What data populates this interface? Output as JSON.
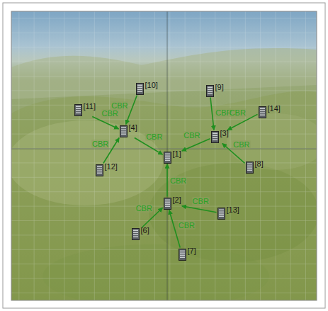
{
  "diagram": {
    "nodes": [
      {
        "text": [
          "[1]"
        ]
      },
      {
        "text": [
          "[2]"
        ]
      },
      {
        "text": [
          "[3]"
        ]
      },
      {
        "text": [
          "[4]"
        ]
      },
      {
        "text": [
          "[6]"
        ]
      },
      {
        "text": [
          "[7]"
        ]
      },
      {
        "text": [
          "[8]"
        ]
      },
      {
        "text": [
          "[9]"
        ]
      },
      {
        "text": [
          "[10]"
        ]
      },
      {
        "text": [
          "[11]"
        ]
      },
      {
        "text": [
          "[12]"
        ]
      },
      {
        "text": [
          "[13]"
        ]
      },
      {
        "text": [
          "[14]"
        ]
      }
    ],
    "edges": [
      {
        "from": 8,
        "to": 3,
        "label": "CBR",
        "arrow": "to"
      },
      {
        "from": 9,
        "to": 3,
        "label": "CBR",
        "arrow": "to"
      },
      {
        "from": 10,
        "to": 3,
        "label": "CBR",
        "arrow": "to"
      },
      {
        "from": 3,
        "to": 0,
        "label": "CBR",
        "arrow": "to"
      },
      {
        "from": 7,
        "to": 2,
        "label": "CBR",
        "arrow": "to"
      },
      {
        "from": 12,
        "to": 2,
        "label": "CBR",
        "arrow": "to"
      },
      {
        "from": 6,
        "to": 2,
        "label": "CBR",
        "arrow": "to"
      },
      {
        "from": 2,
        "to": 0,
        "label": "CBR",
        "arrow": "to"
      },
      {
        "from": 1,
        "to": 0,
        "label": "CBR",
        "arrow": "to"
      },
      {
        "from": 11,
        "to": 1,
        "label": "CBR",
        "arrow": "to"
      },
      {
        "from": 4,
        "to": 1,
        "label": "CBR",
        "arrow": "to"
      },
      {
        "from": 5,
        "to": 1,
        "label": "CBR",
        "arrow": "to"
      }
    ]
  }
}
